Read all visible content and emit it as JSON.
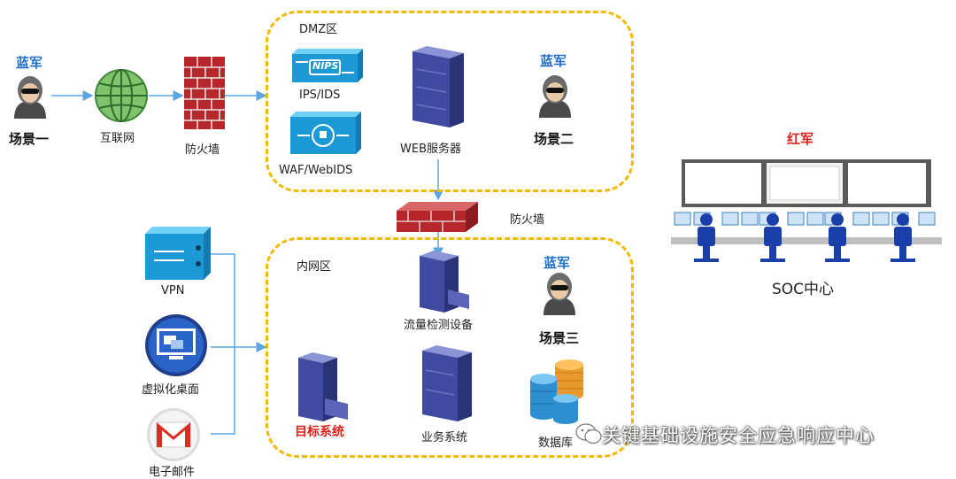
{
  "zones": {
    "dmz": "DMZ区",
    "intranet": "内网区"
  },
  "scenes": {
    "scene1": {
      "team": "蓝军",
      "name": "场景一"
    },
    "scene2": {
      "team": "蓝军",
      "name": "场景二"
    },
    "scene3": {
      "team": "蓝军",
      "name": "场景三"
    }
  },
  "nodes": {
    "internet": "互联网",
    "firewall_left": "防火墙",
    "firewall_mid": "防火墙",
    "ips": "IPS/IDS",
    "waf": "WAF/WebIDS",
    "web_server": "WEB服务器",
    "vpn": "VPN",
    "vdesktop": "虚拟化桌面",
    "email": "电子邮件",
    "traffic": "流量检测设备",
    "target": "目标系统",
    "business": "业务系统",
    "database": "数据库"
  },
  "soc": {
    "team": "红军",
    "label": "SOC中心"
  },
  "watermark": "关键基础设施安全应急响应中心",
  "ips_badge": "NIPS",
  "colors": {
    "zone_border": "#f5b800",
    "blue_team": "#1f6fc8",
    "red_team": "#e0201b",
    "connector": "#5aa6e0"
  }
}
